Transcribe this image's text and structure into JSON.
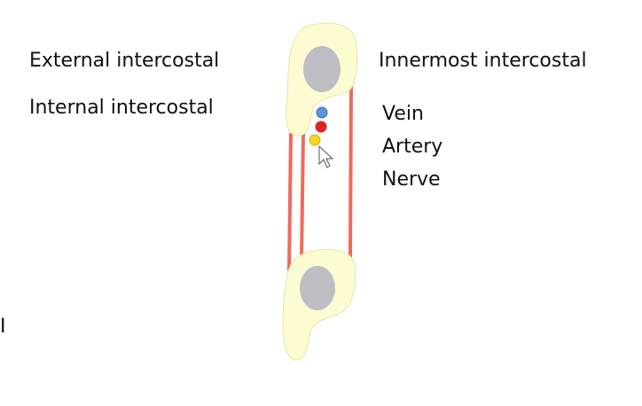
{
  "labels": {
    "external": "External intercostal",
    "internal": "Internal intercostal",
    "innermost": "Innermost intercostal",
    "vein": "Vein",
    "artery": "Artery",
    "nerve": "Nerve",
    "stray": "I"
  },
  "colors": {
    "rib": "#fdfbd2",
    "rib_outline": "#e8e4a8",
    "marrow": "#bdbdc3",
    "muscle": "#ef6a5a",
    "vein": "#5b95dc",
    "artery": "#dc2424",
    "nerve": "#f5d22a"
  }
}
